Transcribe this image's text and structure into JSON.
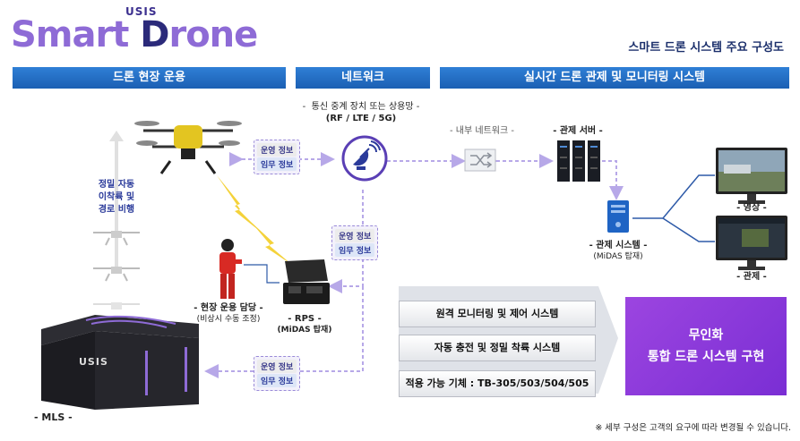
{
  "logo": {
    "sub": "USIS",
    "smart": "Smart",
    "d": "D",
    "rone": "rone"
  },
  "title": "스마트 드론 시스템 주요 구성도",
  "sections": {
    "field": "드론 현장 운용",
    "network": "네트워크",
    "control": "실시간 드론 관제 및 모니터링 시스템"
  },
  "labels": {
    "comm": "통신 중계 장치 또는 상용망 -",
    "comm_prefix": "-",
    "comm_sub": "(RF / LTE / 5G)",
    "internal_net": "- 내부 네트워크 -",
    "server": "- 관제 서버 -",
    "system": "- 관제 시스템 -",
    "system_sub": "(MiDAS 탑재)",
    "video": "- 영상 -",
    "monitor": "- 관제 -",
    "precision_1": "정밀 자동",
    "precision_2": "이착륙 및",
    "precision_3": "경로 비행",
    "operator": "- 현장 운용 담당 -",
    "operator_sub": "(비상시 수동 조정)",
    "rps": "- RPS -",
    "rps_sub": "(MiDAS 탑재)",
    "mls": "- MLS -",
    "usis_box": "USIS"
  },
  "tags": {
    "ops": "운영 정보",
    "mission": "임무 정보"
  },
  "features": [
    "원격 모니터링 및 제어 시스템",
    "자동 충전 및 정밀 착륙 시스템",
    "적용 가능 기체 : TB-305/503/504/505"
  ],
  "result": {
    "line1": "무인화",
    "line2": "통합 드론 시스템 구현"
  },
  "footnote": "※ 세부 구성은 고객의 요구에 따라 변경될 수 있습니다.",
  "colors": {
    "accent": "#1b5fb3",
    "purple": "#8e6bd6",
    "result": "#8a3ad9",
    "dashed": "#b7a8e8"
  }
}
